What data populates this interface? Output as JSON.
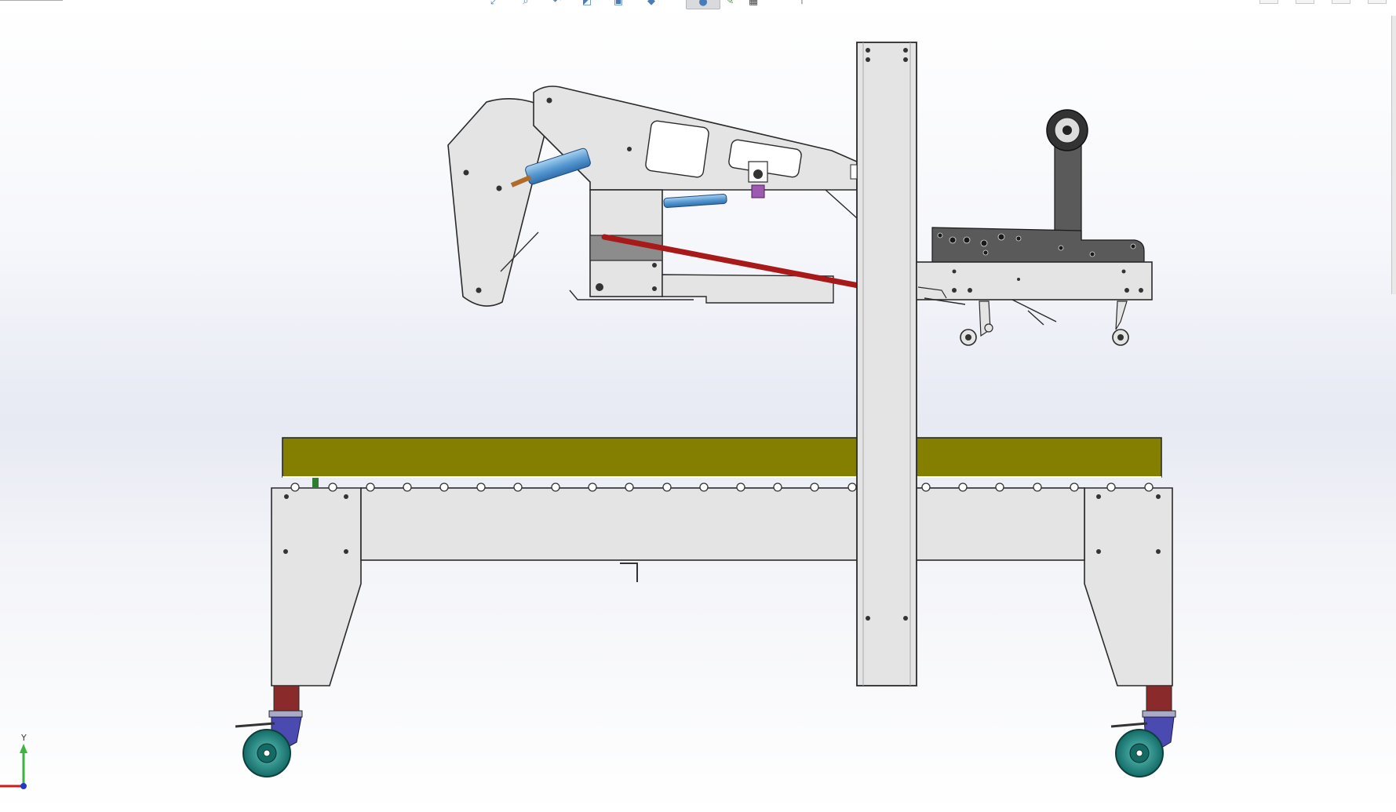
{
  "app": {
    "name": "3D CAD model viewport"
  },
  "toolbar": {
    "icons": [
      "zoom-to-fit-icon",
      "zoom-to-area-icon",
      "previous-view-icon",
      "section-view-icon",
      "view-orientation-icon",
      "display-style-icon",
      "hide-show-icon",
      "edit-appearance-icon",
      "apply-scene-icon",
      "view-settings-icon"
    ]
  },
  "window_controls": [
    "restore-icon",
    "tile-icon",
    "minimize-icon",
    "close-icon"
  ],
  "triad": {
    "y_label": "Y"
  },
  "model": {
    "name": "carton-sealer-machine",
    "colors": {
      "frame": "#e4e4e4",
      "outline": "#2a2a2a",
      "conveyor_belt": "#857f00",
      "tape_head": "#5a5a5a",
      "cylinder": "#6aa9dc",
      "rod": "#a81a1a",
      "caster_wheel": "#1d8a84",
      "caster_fork": "#4a4ab0",
      "caster_stem": "#8a2a2a",
      "pneumatic_fitting": "#9d5ab0"
    }
  }
}
